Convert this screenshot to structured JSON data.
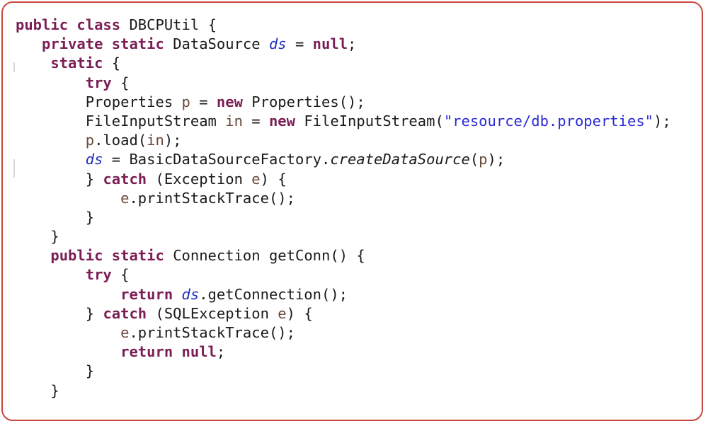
{
  "code": {
    "lines": [
      "public class DBCPUtil {",
      "   private static DataSource ds = null;",
      "    static {",
      "        try {",
      "        Properties p = new Properties();",
      "        FileInputStream in = new FileInputStream(\"resource/db.properties\");",
      "        p.load(in);",
      "        ds = BasicDataSourceFactory.createDataSource(p);",
      "        } catch (Exception e) {",
      "            e.printStackTrace();",
      "        }",
      "    }",
      "    public static Connection getConn() {",
      "        try {",
      "            return ds.getConnection();",
      "        } catch (SQLException e) {",
      "            e.printStackTrace();",
      "            return null;",
      "        }",
      "    }"
    ]
  },
  "colors": {
    "border": "#c8473e",
    "keyword": "#7a1e55",
    "string": "#2a2ad8",
    "field": "#1f2fb8",
    "text": "#1a1a1a"
  }
}
